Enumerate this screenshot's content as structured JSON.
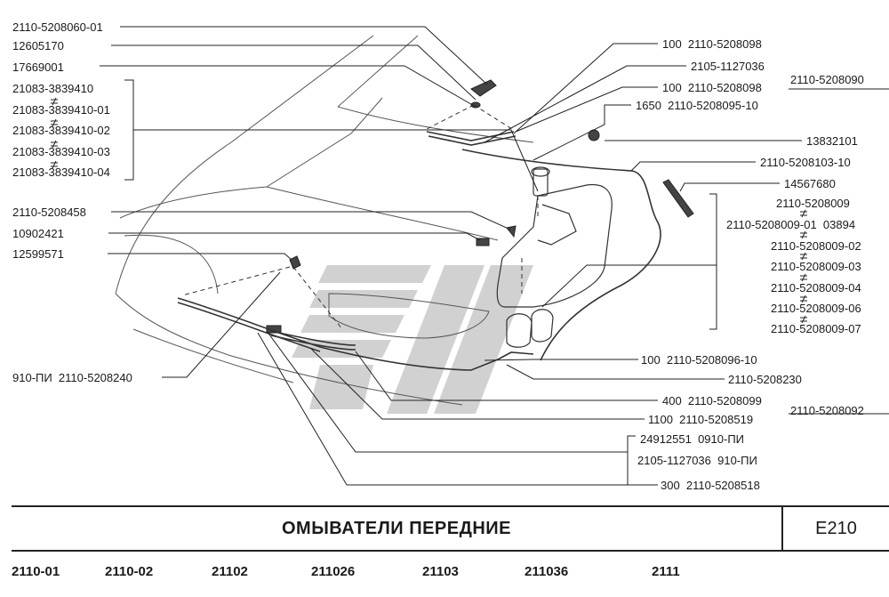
{
  "labels": {
    "left": [
      "2110-5208060-01",
      "12605170",
      "17669001",
      "21083-3839410",
      "21083-3839410-01",
      "21083-3839410-02",
      "21083-3839410-03",
      "21083-3839410-04",
      "2110-5208458",
      "10902421",
      "12599571",
      "910-ПИ  2110-5208240"
    ],
    "right": [
      "100  2110-5208098",
      "2105-1127036",
      "100  2110-5208098",
      "1650  2110-5208095-10",
      "13832101",
      "2110-5208103-10",
      "14567680",
      "2110-5208009",
      "2110-5208009-01  03894",
      "2110-5208009-02",
      "2110-5208009-03",
      "2110-5208009-04",
      "2110-5208009-06",
      "2110-5208009-07",
      "100  2110-5208096-10",
      "2110-5208230",
      "400  2110-5208099",
      "1100  2110-5208519",
      "24912551  0910-ПИ",
      "2105-1127036  910-ПИ",
      "300  2110-5208518"
    ],
    "assembly_top": "2110-5208090",
    "assembly_bottom": "2110-5208092"
  },
  "title": "ОМЫВАТЕЛИ  ПЕРЕДНИЕ",
  "code": "E210",
  "models": [
    "2110-01",
    "2110-02",
    "21102",
    "211026",
    "21103",
    "211036",
    "2111"
  ],
  "colors": {
    "ink": "#1a1a1a",
    "watermark": "#c9c9c9"
  }
}
